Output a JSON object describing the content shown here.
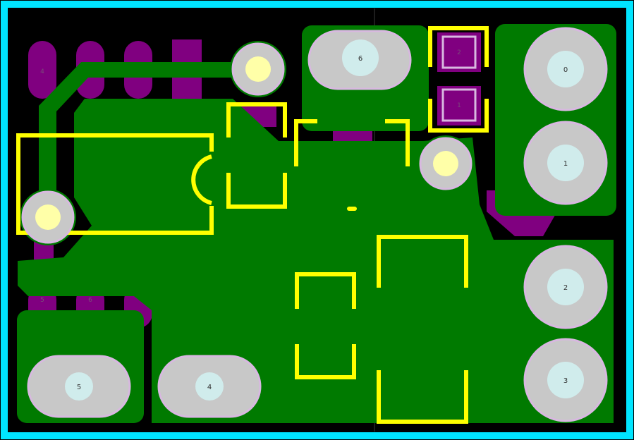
{
  "colors": {
    "background": "#000000",
    "outline": "#00e5ff",
    "copper": "#007a00",
    "bottom_copper": "#800080",
    "silkscreen": "#ffff00",
    "pad_ring": "#c8c8c8",
    "pad_hole": "#d0ecec",
    "via": "#ffffa8"
  },
  "pads": {
    "p0": "0",
    "p1": "1",
    "p2": "2",
    "p3": "3",
    "p4": "4",
    "p5": "5",
    "p6": "6",
    "s2": "2",
    "s1": "1",
    "ic_top_left": "4",
    "ic_bot_a": "5",
    "ic_bot_b": "6"
  }
}
